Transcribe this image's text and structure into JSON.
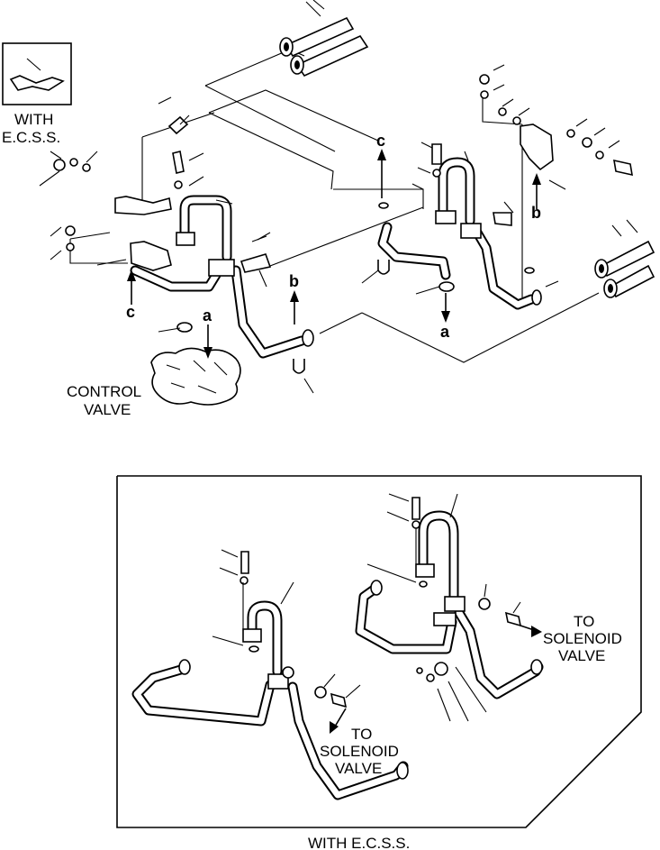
{
  "labels": {
    "with_ecss_top": "WITH",
    "with_ecss_top2": "E.C.S.S.",
    "control_valve_1": "CONTROL",
    "control_valve_2": "VALVE",
    "to_solenoid_left_1": "TO",
    "to_solenoid_left_2": "SOLENOID",
    "to_solenoid_left_3": "VALVE",
    "to_solenoid_right_1": "TO",
    "to_solenoid_right_2": "SOLENOID",
    "to_solenoid_right_3": "VALVE",
    "with_ecss_bottom": "WITH E.C.S.S."
  },
  "letters": {
    "a1": "a",
    "a2": "a",
    "b1": "b",
    "b2": "b",
    "c1": "c",
    "c2": "c"
  }
}
